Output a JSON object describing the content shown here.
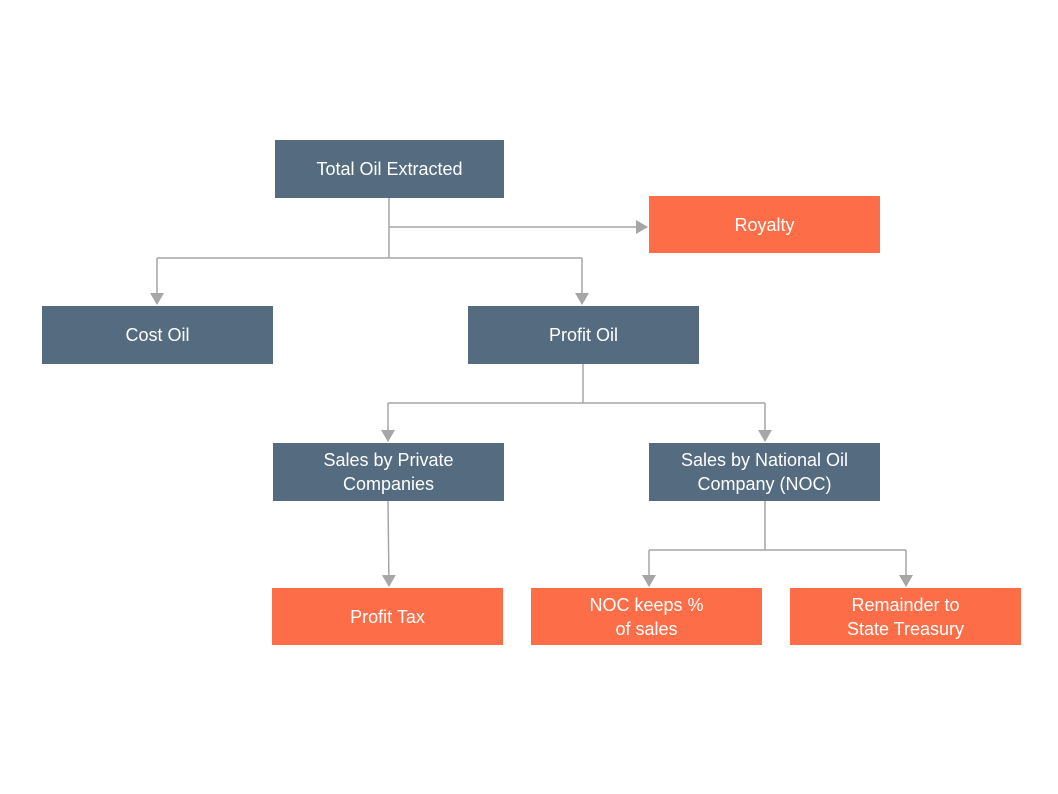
{
  "diagram": {
    "colors": {
      "slate": "#556b80",
      "orange": "#fd6d47",
      "connector": "#a6a6a6",
      "text": "#ffffff"
    },
    "nodes": {
      "total_oil_extracted": "Total Oil Extracted",
      "royalty": "Royalty",
      "cost_oil": "Cost Oil",
      "profit_oil": "Profit Oil",
      "sales_private": "Sales by Private\nCompanies",
      "sales_noc": "Sales by National Oil\nCompany (NOC)",
      "profit_tax": "Profit Tax",
      "noc_keeps": "NOC keeps %\nof sales",
      "remainder_treasury": "Remainder to\nState Treasury"
    },
    "edges": [
      {
        "from": "total_oil_extracted",
        "to": "royalty"
      },
      {
        "from": "total_oil_extracted",
        "to": "cost_oil"
      },
      {
        "from": "total_oil_extracted",
        "to": "profit_oil"
      },
      {
        "from": "profit_oil",
        "to": "sales_private"
      },
      {
        "from": "profit_oil",
        "to": "sales_noc"
      },
      {
        "from": "sales_private",
        "to": "profit_tax"
      },
      {
        "from": "sales_noc",
        "to": "noc_keeps"
      },
      {
        "from": "sales_noc",
        "to": "remainder_treasury"
      }
    ]
  }
}
